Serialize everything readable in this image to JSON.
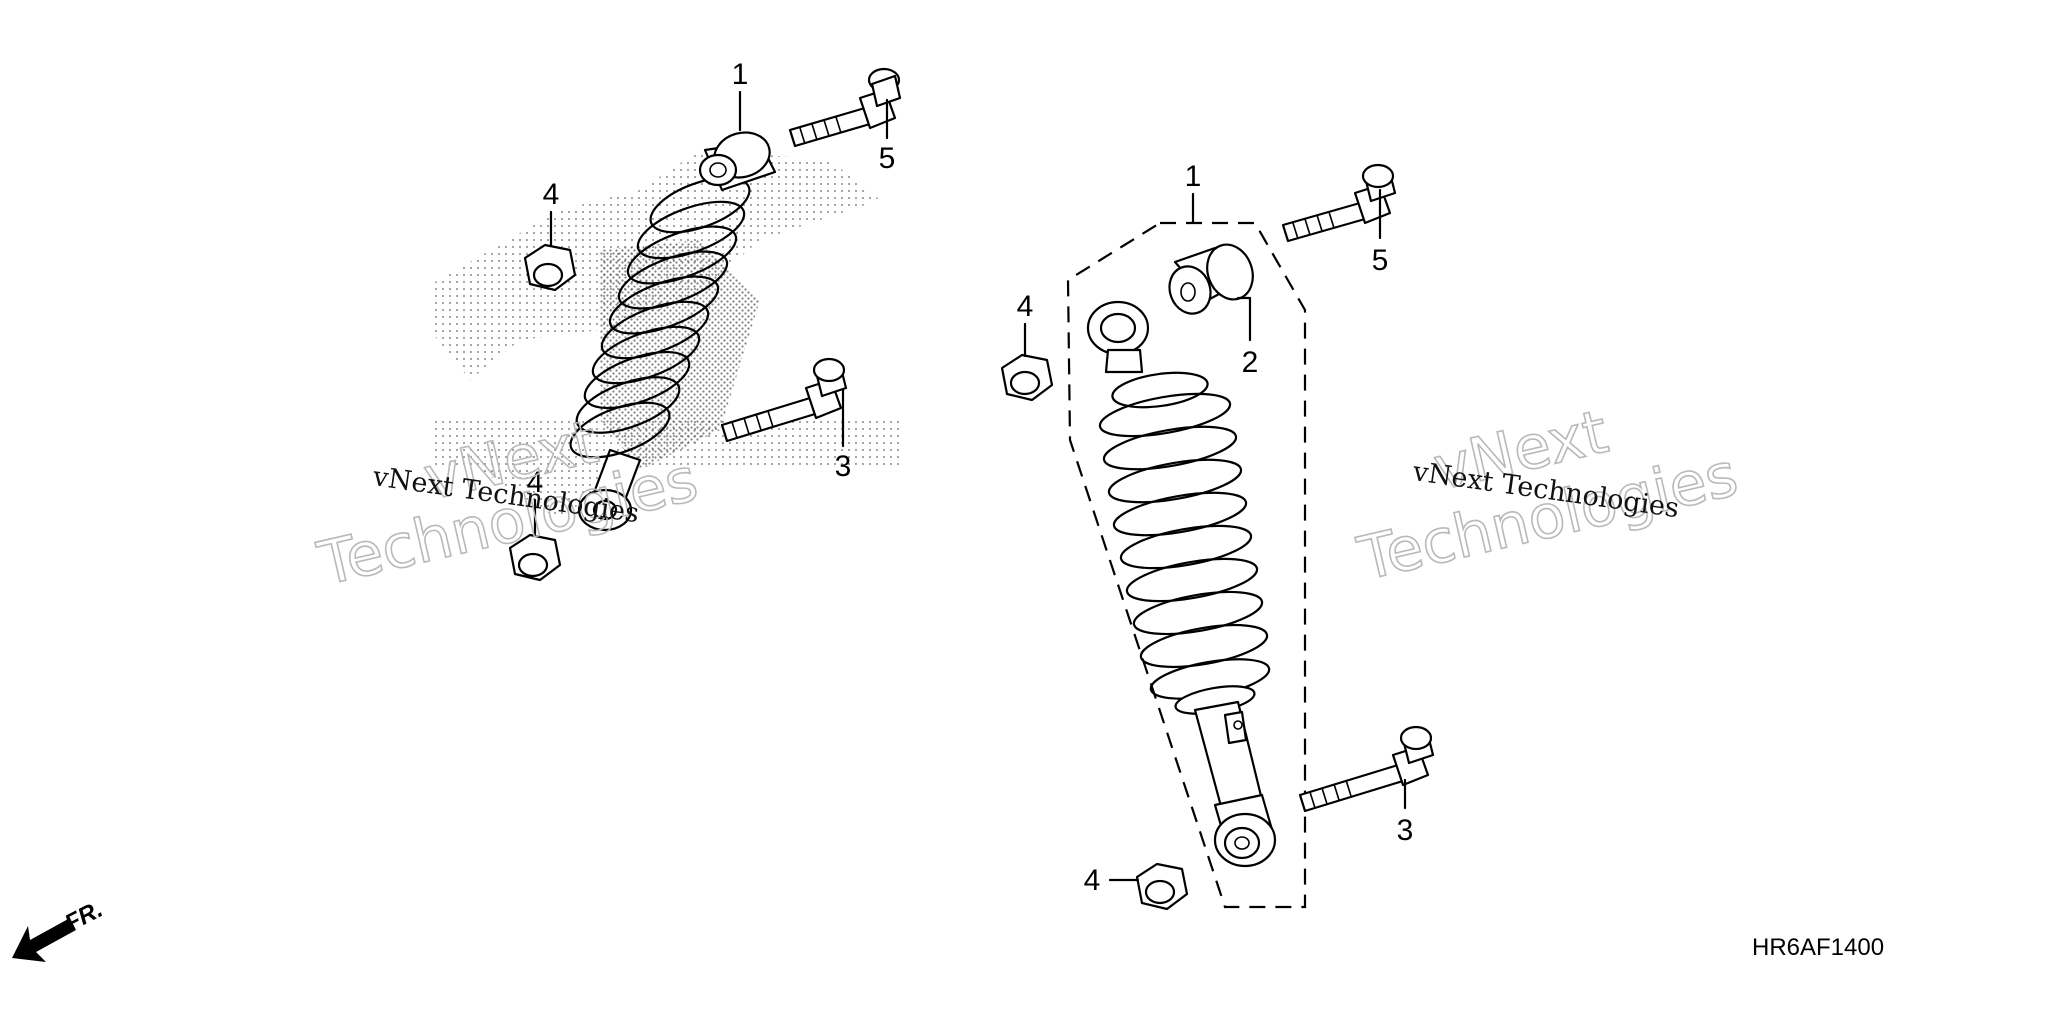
{
  "diagram": {
    "callouts_left": {
      "shock": "1",
      "nut_upper": "4",
      "bolt_upper": "5",
      "bolt_lower": "3",
      "nut_lower": "4"
    },
    "callouts_right": {
      "shock": "1",
      "bushing": "2",
      "nut_upper": "4",
      "bolt_upper": "5",
      "bolt_lower": "3",
      "nut_lower": "4"
    },
    "direction_label": "FR.",
    "diagram_code": "HR6AF1400",
    "watermarks": [
      {
        "line1": "vNext Technologies",
        "big1": "vNext",
        "big2": "Technologies"
      },
      {
        "line1": "vNext Technologies",
        "big1": "vNext",
        "big2": "Technologies"
      }
    ]
  }
}
